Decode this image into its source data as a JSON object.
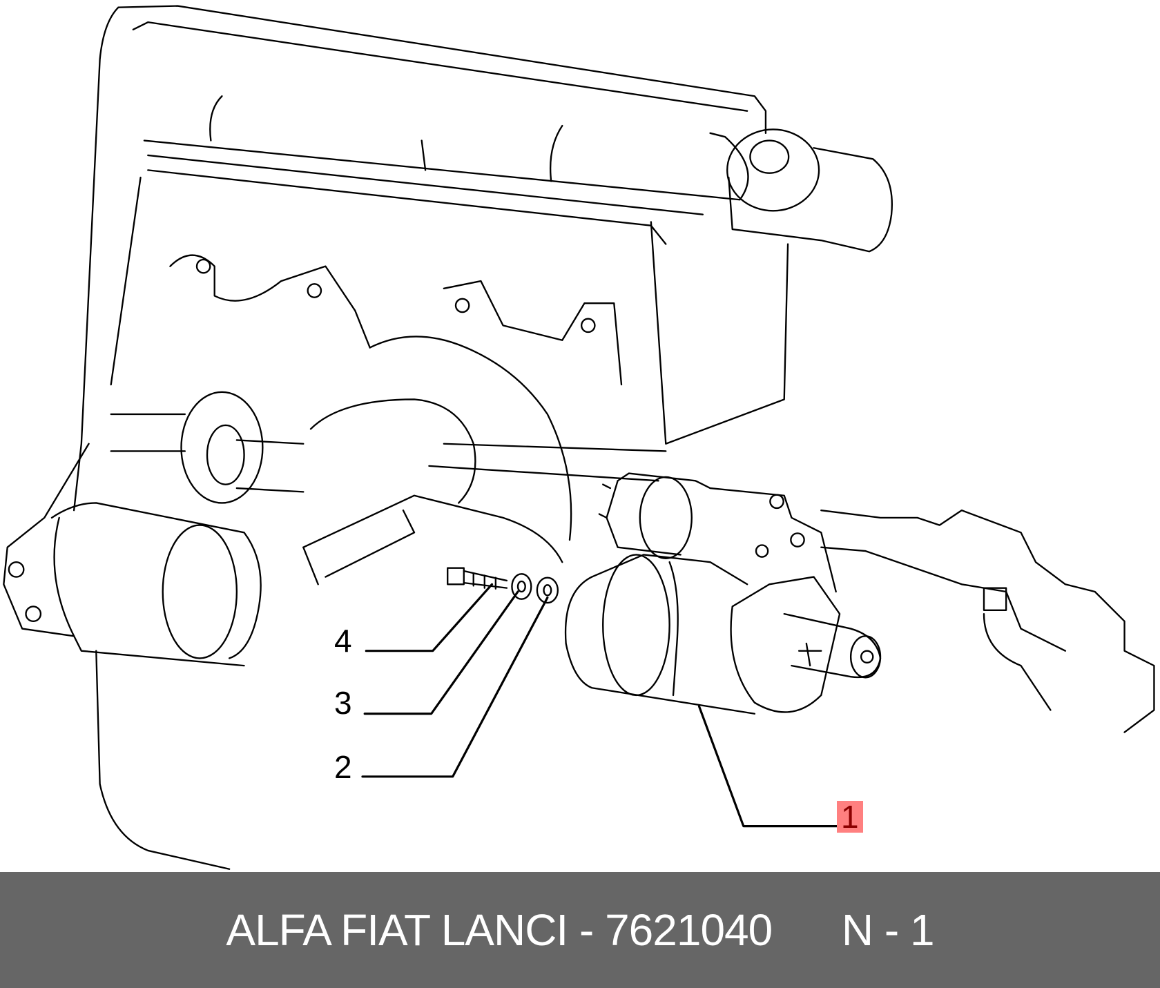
{
  "diagram": {
    "callouts": [
      {
        "number": "1",
        "highlighted": true
      },
      {
        "number": "2",
        "highlighted": false
      },
      {
        "number": "3",
        "highlighted": false
      },
      {
        "number": "4",
        "highlighted": false
      }
    ]
  },
  "footer": {
    "brand_part": "ALFA FIAT LANCI - 7621040",
    "position": "N - 1"
  },
  "colors": {
    "footer_bg": "#666666",
    "highlight": "#ff8080"
  }
}
